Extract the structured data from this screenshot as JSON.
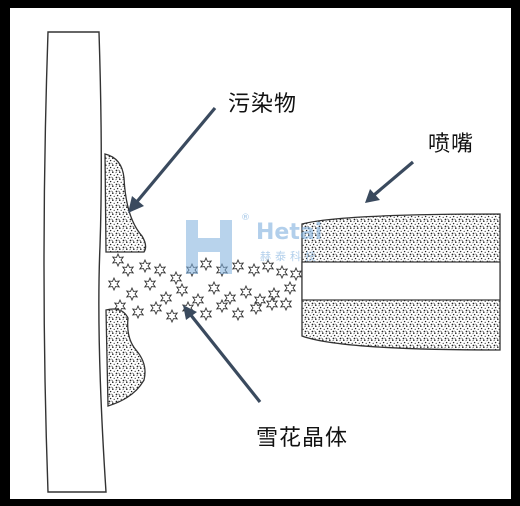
{
  "labels": {
    "contaminant": "污染物",
    "nozzle": "喷嘴",
    "snow_crystals": "雪花晶体"
  },
  "watermark": {
    "brand": "Hetai",
    "brand_cn": "赫泰科技",
    "registered": "®"
  },
  "colors": {
    "frame": "#000000",
    "background": "#ffffff",
    "arrow": "#3a4a5e",
    "watermark": "#7fb0de",
    "texture_dots": "#222222"
  }
}
